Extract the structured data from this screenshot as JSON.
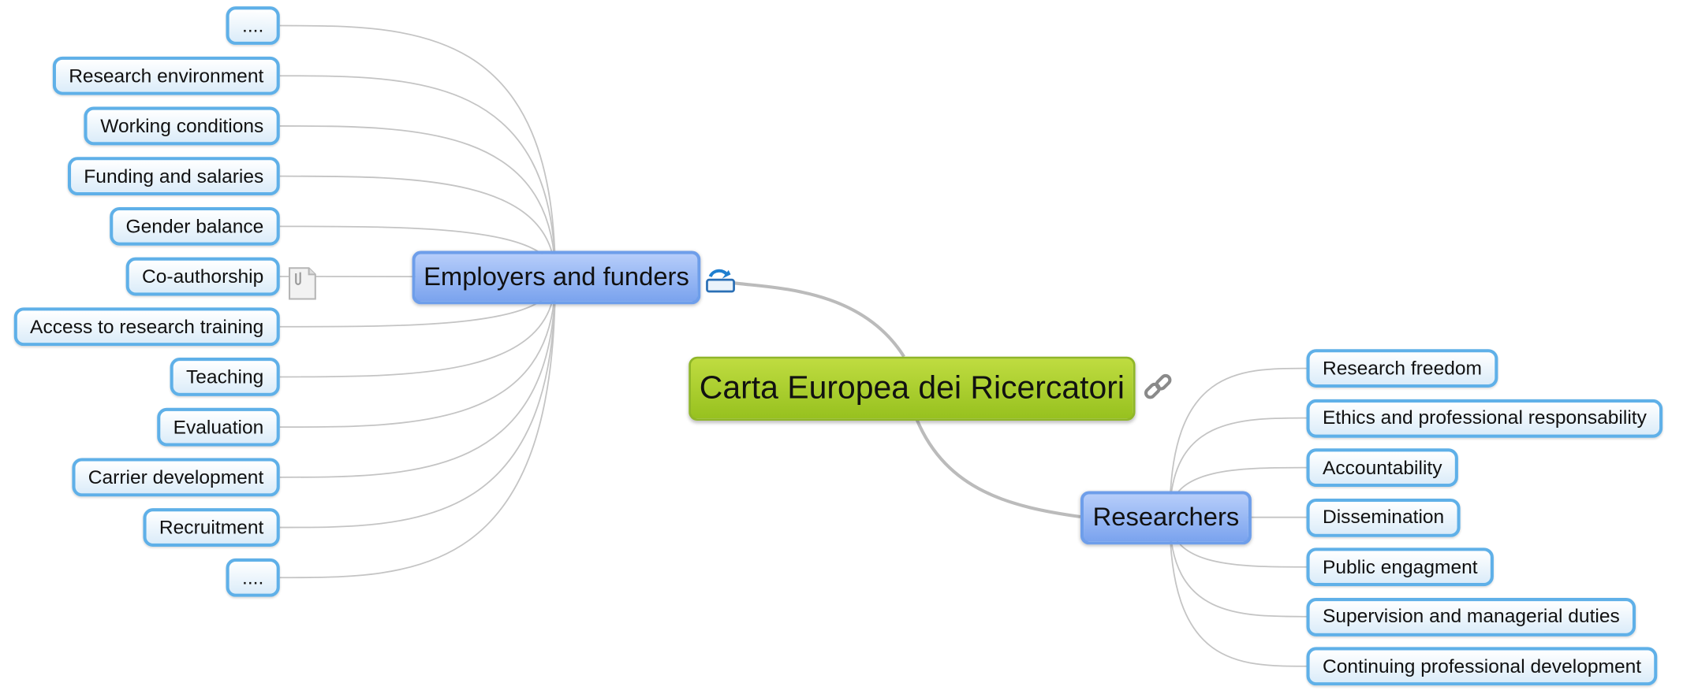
{
  "central": {
    "label": "Carta Europea dei Ricercatori"
  },
  "employers": {
    "label": "Employers and funders",
    "children": [
      "....",
      "Research environment",
      "Working conditions",
      "Funding and salaries",
      "Gender balance",
      "Co-authorship",
      "Access to research training",
      "Teaching",
      "Evaluation",
      "Carrier development",
      "Recruitment",
      "...."
    ]
  },
  "researchers": {
    "label": "Researchers",
    "children": [
      "Research freedom",
      "Ethics and professional responsability",
      "Accountability",
      "Dissemination",
      "Public engagment",
      "Supervision and managerial duties",
      "Continuing professional development"
    ]
  },
  "icons": {
    "central": "link-icon",
    "employers": "collapse-toggle-icon",
    "coauthorship": "attachment-icon"
  },
  "colors": {
    "central": "#9cc321",
    "branch": "#7aa3ee",
    "leaf_border": "#5fb0e8",
    "connector": "#bbbbbb"
  }
}
